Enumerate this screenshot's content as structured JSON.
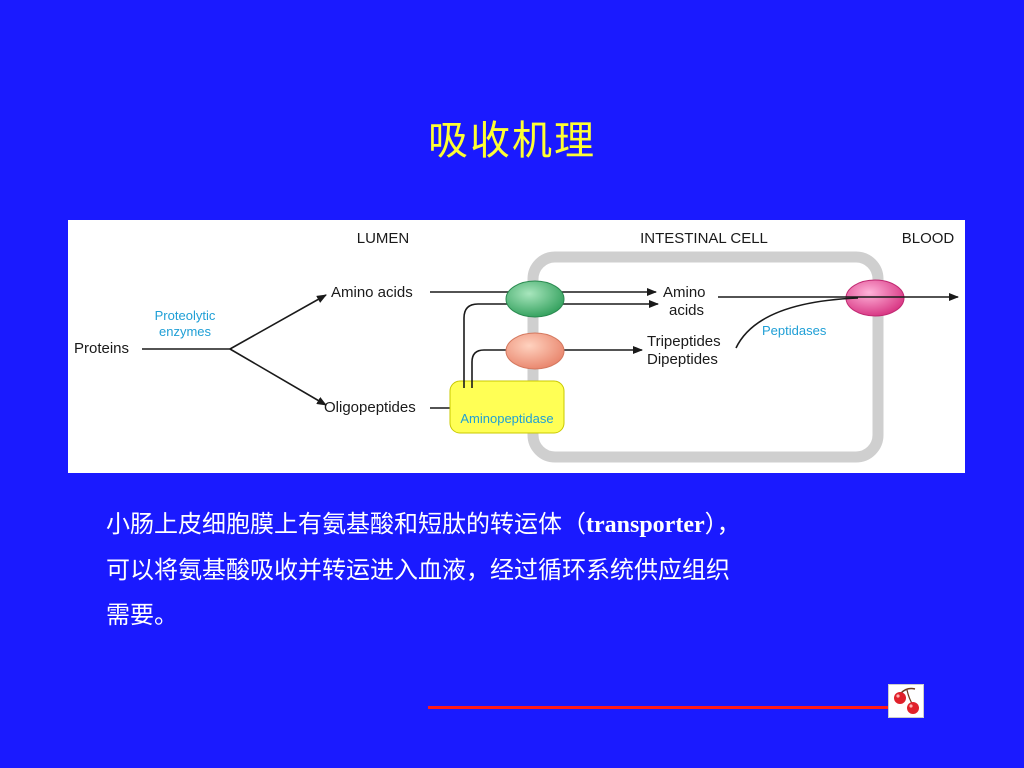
{
  "slide": {
    "title": "吸收机理"
  },
  "diagram": {
    "region_labels": {
      "lumen": "LUMEN",
      "intestinal_cell": "INTESTINAL CELL",
      "blood": "BLOOD"
    },
    "labels": {
      "proteins": "Proteins",
      "proteolytic_line1": "Proteolytic",
      "proteolytic_line2": "enzymes",
      "amino_acids_lumen": "Amino acids",
      "oligopeptides": "Oligopeptides",
      "aminopeptidase": "Aminopeptidase",
      "amino_cell_line1": "Amino",
      "amino_cell_line2": "acids",
      "tripeptides": "Tripeptides",
      "dipeptides": "Dipeptides",
      "peptidases": "Peptidases"
    },
    "colors": {
      "text": "#1a1a1a",
      "enzyme_label": "#1f9fd6",
      "cell_outline": "#cfcfcf",
      "transporter_green": "#3fb36b",
      "transporter_salmon": "#f39a7a",
      "transporter_pink": "#e8449a",
      "aminopeptidase_fill": "#ffff55"
    }
  },
  "body": {
    "line1_cn": "小肠上皮细胞膜上有氨基酸和短肽的转运体（",
    "line1_en": "transporter",
    "line1_tail": "），",
    "line2": "可以将氨基酸吸收并转运进入血液，经过循环系统供应组织",
    "line3": "需要。"
  }
}
